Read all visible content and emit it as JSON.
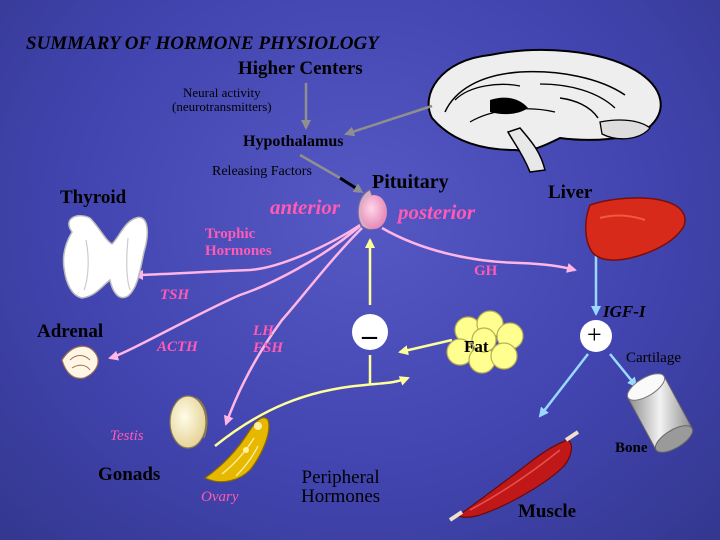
{
  "title": "SUMMARY OF HORMONE PHYSIOLOGY",
  "subtitle": "Higher Centers",
  "neural_activity": "Neural activity",
  "neurotransmitters": "(neurotransmitters)",
  "hypothalamus": "Hypothalamus",
  "releasing_factors": "Releasing Factors",
  "pituitary": "Pituitary",
  "anterior": "anterior",
  "posterior": "posterior",
  "thyroid": "Thyroid",
  "liver": "Liver",
  "trophic_1": "Trophic",
  "trophic_2": "Hormones",
  "gh": "GH",
  "tsh": "TSH",
  "igf": "IGF-I",
  "adrenal": "Adrenal",
  "acth": "ACTH",
  "lh": "LH",
  "fsh": "FSH",
  "minus": "–",
  "fat": "Fat",
  "plus": "+",
  "cartilage": "Cartilage",
  "testis": "Testis",
  "bone": "Bone",
  "gonads": "Gonads",
  "ovary": "Ovary",
  "peripheral_1": "Peripheral",
  "peripheral_2": "Hormones",
  "muscle": "Muscle",
  "colors": {
    "background": "#4245b0",
    "accent_pink": "#ff5ab4",
    "pink_arrow": "#ffb6e6",
    "yellow_arrow": "#ffff99",
    "blue_arrow": "#9ad9ff"
  }
}
